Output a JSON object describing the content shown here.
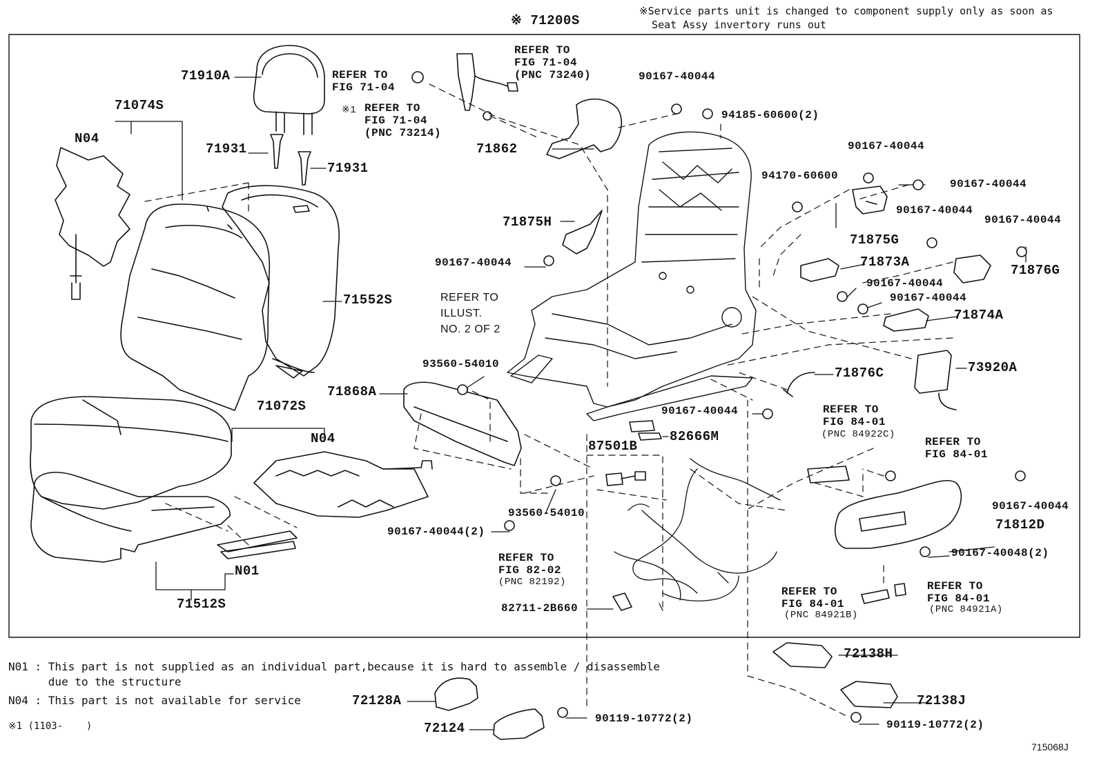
{
  "header": {
    "assembly": "※ 71200S",
    "service_note": "※Service parts unit is changed to component supply only as soon as\n  Seat Assy invertory runs out"
  },
  "parts": {
    "p71910A": "71910A",
    "p71074S": "71074S",
    "pN04a": "N04",
    "p71931a": "71931",
    "p71931b": "71931",
    "p71552S": "71552S",
    "p71072S": "71072S",
    "pN04b": "N04",
    "pN01": "N01",
    "p71512S": "71512S",
    "p71862": "71862",
    "p71875H": "71875H",
    "p90167_a": "90167-40044",
    "p90167_b": "90167-40044",
    "p94185": "94185-60600(2)",
    "p90167_c": "90167-40044",
    "p94170": "94170-60600",
    "p90167_d": "90167-40044",
    "p90167_e": "90167-40044",
    "p90167_f": "90167-40044",
    "p71875G": "71875G",
    "p71876G": "71876G",
    "p71873A": "71873A",
    "p90167_g": "90167-40044",
    "p90167_h": "90167-40044",
    "p71874A": "71874A",
    "p73920A": "73920A",
    "p71876C": "71876C",
    "p93560_a": "93560-54010",
    "p71868A": "71868A",
    "p90167_i": "90167-40044",
    "p82666M": "82666M",
    "p87501B": "87501B",
    "p93560_b": "93560-54010",
    "p90167_j": "90167-40044(2)",
    "p82711": "82711-2B660",
    "p90167_k": "90167-40044",
    "p71812D": "71812D",
    "p90167_48": "90167-40048(2)",
    "p72138H": "72138H",
    "p72138J": "72138J",
    "p72128A": "72128A",
    "p72124": "72124",
    "p90119_a": "90119-10772(2)",
    "p90119_b": "90119-10772(2)"
  },
  "refs": {
    "r1": "REFER TO\nFIG 71-04",
    "r2": "REFER TO\nFIG 71-04\n(PNC 73240)",
    "r3_mark": "※1",
    "r3": "REFER TO\nFIG 71-04\n(PNC 73214)",
    "r4": "REFER TO\nILLUST.\nNO. 2 OF 2",
    "r5": "REFER TO\nFIG 84-01",
    "r5_pnc": "(PNC 84922C)",
    "r6": "REFER TO\nFIG 84-01",
    "r7": "REFER TO\nFIG 82-02",
    "r7_pnc": "(PNC 82192)",
    "r8": "REFER TO\nFIG 84-01",
    "r8_pnc": "(PNC 84921B)",
    "r9": "REFER TO\nFIG 84-01",
    "r9_pnc": "(PNC 84921A)"
  },
  "notes": {
    "n01": "N01 : This part is not supplied as an individual part,because it is hard to assemble / disassemble\n      due to the structure",
    "n04": "N04 : This part is not available for service",
    "m1": "※1 (1103-    )"
  },
  "figure_id": "715068J"
}
